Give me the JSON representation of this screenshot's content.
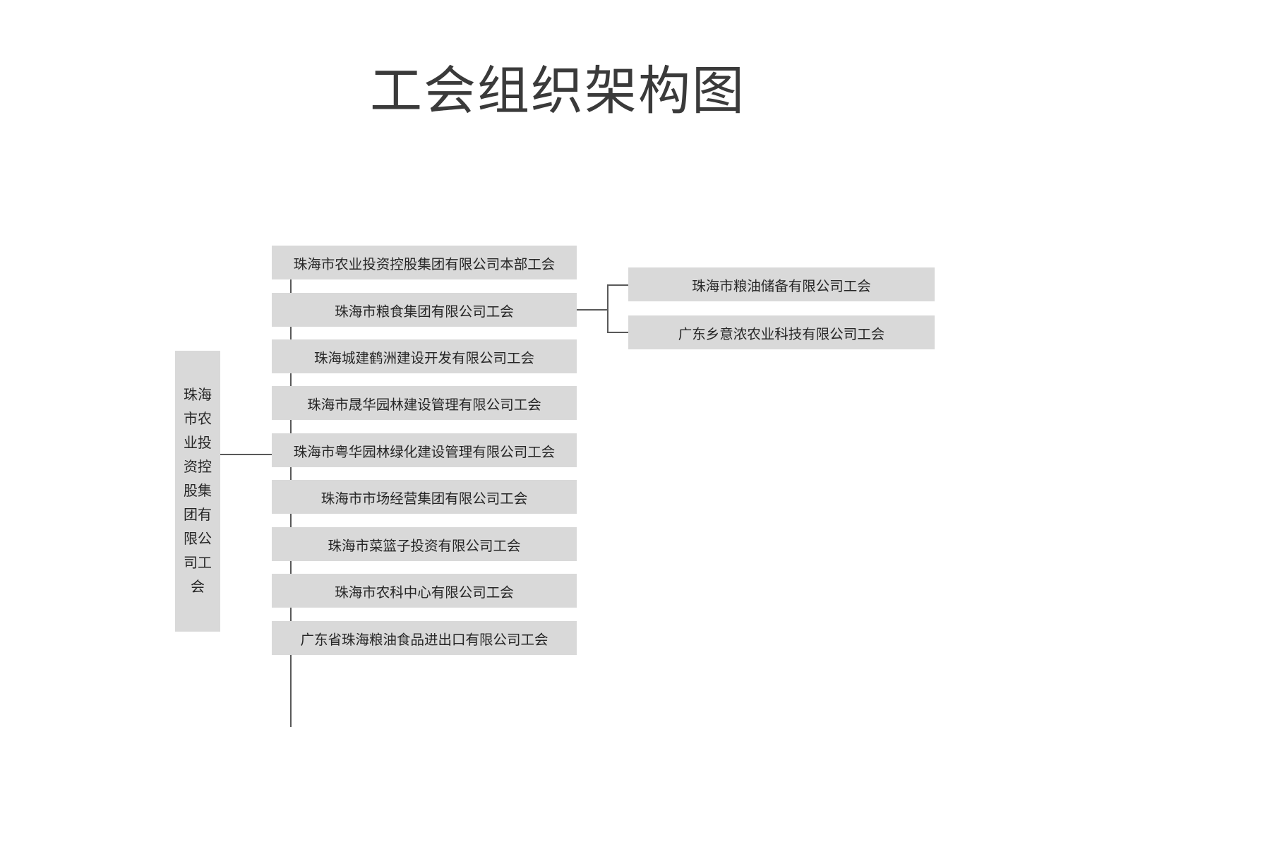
{
  "page": {
    "title": "工会组织架构图",
    "background_color": "#ffffff",
    "node_fill_color": "#d9d9d9",
    "node_text_color": "#262626",
    "connector_color": "#595959",
    "title_color": "#3a3a3a"
  },
  "chart_data": {
    "type": "diagram",
    "diagram_type": "organization-chart",
    "orientation": "left-to-right",
    "title": "工会组织架构图",
    "root": {
      "label": "珠海市农业投资控股集团有限公司工会",
      "children": [
        {
          "label": "珠海市农业投资控股集团有限公司本部工会",
          "children": []
        },
        {
          "label": "珠海市粮食集团有限公司工会",
          "children": [
            {
              "label": "珠海市粮油储备有限公司工会"
            },
            {
              "label": "广东乡意浓农业科技有限公司工会"
            }
          ]
        },
        {
          "label": "珠海城建鹤洲建设开发有限公司工会",
          "children": []
        },
        {
          "label": "珠海市晟华园林建设管理有限公司工会",
          "children": []
        },
        {
          "label": "珠海市粤华园林绿化建设管理有限公司工会",
          "children": []
        },
        {
          "label": "珠海市市场经营集团有限公司工会",
          "children": []
        },
        {
          "label": "珠海市菜篮子投资有限公司工会",
          "children": []
        },
        {
          "label": "珠海市农科中心有限公司工会",
          "children": []
        },
        {
          "label": "广东省珠海粮油食品进出口有限公司工会",
          "children": []
        }
      ]
    }
  },
  "org": {
    "root_label": "珠海市农业投资控股集团有限公司工会",
    "children": [
      "珠海市农业投资控股集团有限公司本部工会",
      "珠海市粮食集团有限公司工会",
      "珠海城建鹤洲建设开发有限公司工会",
      "珠海市晟华园林建设管理有限公司工会",
      "珠海市粤华园林绿化建设管理有限公司工会",
      "珠海市市场经营集团有限公司工会",
      "珠海市菜篮子投资有限公司工会",
      "珠海市农科中心有限公司工会",
      "广东省珠海粮油食品进出口有限公司工会"
    ],
    "subchildren": [
      "珠海市粮油储备有限公司工会",
      "广东乡意浓农业科技有限公司工会"
    ]
  }
}
